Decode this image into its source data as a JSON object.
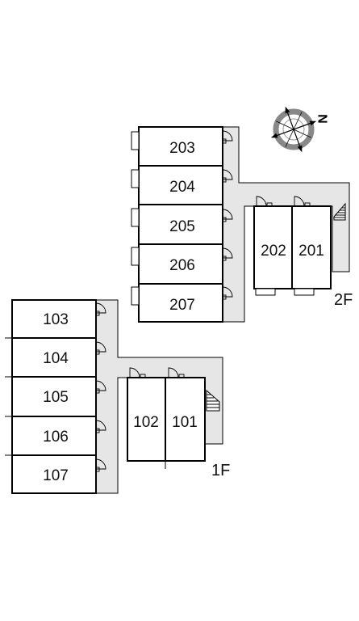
{
  "floors": {
    "second": {
      "label": "2F",
      "rooms": [
        "203",
        "204",
        "205",
        "206",
        "207",
        "202",
        "201"
      ]
    },
    "first": {
      "label": "1F",
      "rooms": [
        "103",
        "104",
        "105",
        "106",
        "107",
        "102",
        "101"
      ]
    }
  },
  "compass": {
    "label": "N",
    "icon": "compass-rose-icon"
  },
  "colors": {
    "corridor": "#e6e6e6",
    "room": "#ffffff",
    "line": "#000000"
  }
}
